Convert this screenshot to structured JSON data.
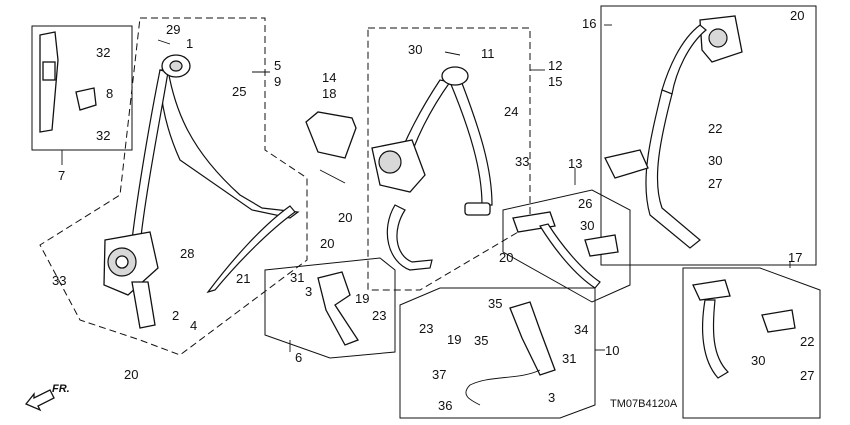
{
  "diagram": {
    "code": "TM07B4120A",
    "direction": "FR.",
    "callouts": {
      "c1": "1",
      "c2": "2",
      "c3a": "3",
      "c3b": "3",
      "c4": "4",
      "c5": "5",
      "c9": "9",
      "c6": "6",
      "c7": "7",
      "c8": "8",
      "c10": "10",
      "c11": "11",
      "c12": "12",
      "c15": "15",
      "c13": "13",
      "c14": "14",
      "c18": "18",
      "c16": "16",
      "c17": "17",
      "c19a": "19",
      "c19b": "19",
      "c20a": "20",
      "c20b": "20",
      "c20c": "20",
      "c20d": "20",
      "c20e": "20",
      "c21": "21",
      "c22a": "22",
      "c22b": "22",
      "c23a": "23",
      "c23b": "23",
      "c24": "24",
      "c25": "25",
      "c26": "26",
      "c27a": "27",
      "c27b": "27",
      "c28": "28",
      "c29": "29",
      "c30a": "30",
      "c30b": "30",
      "c30c": "30",
      "c30d": "30",
      "c31a": "31",
      "c31b": "31",
      "c32a": "32",
      "c32b": "32",
      "c33a": "33",
      "c33b": "33",
      "c34": "34",
      "c35a": "35",
      "c35b": "35",
      "c36": "36",
      "c37": "37"
    }
  }
}
